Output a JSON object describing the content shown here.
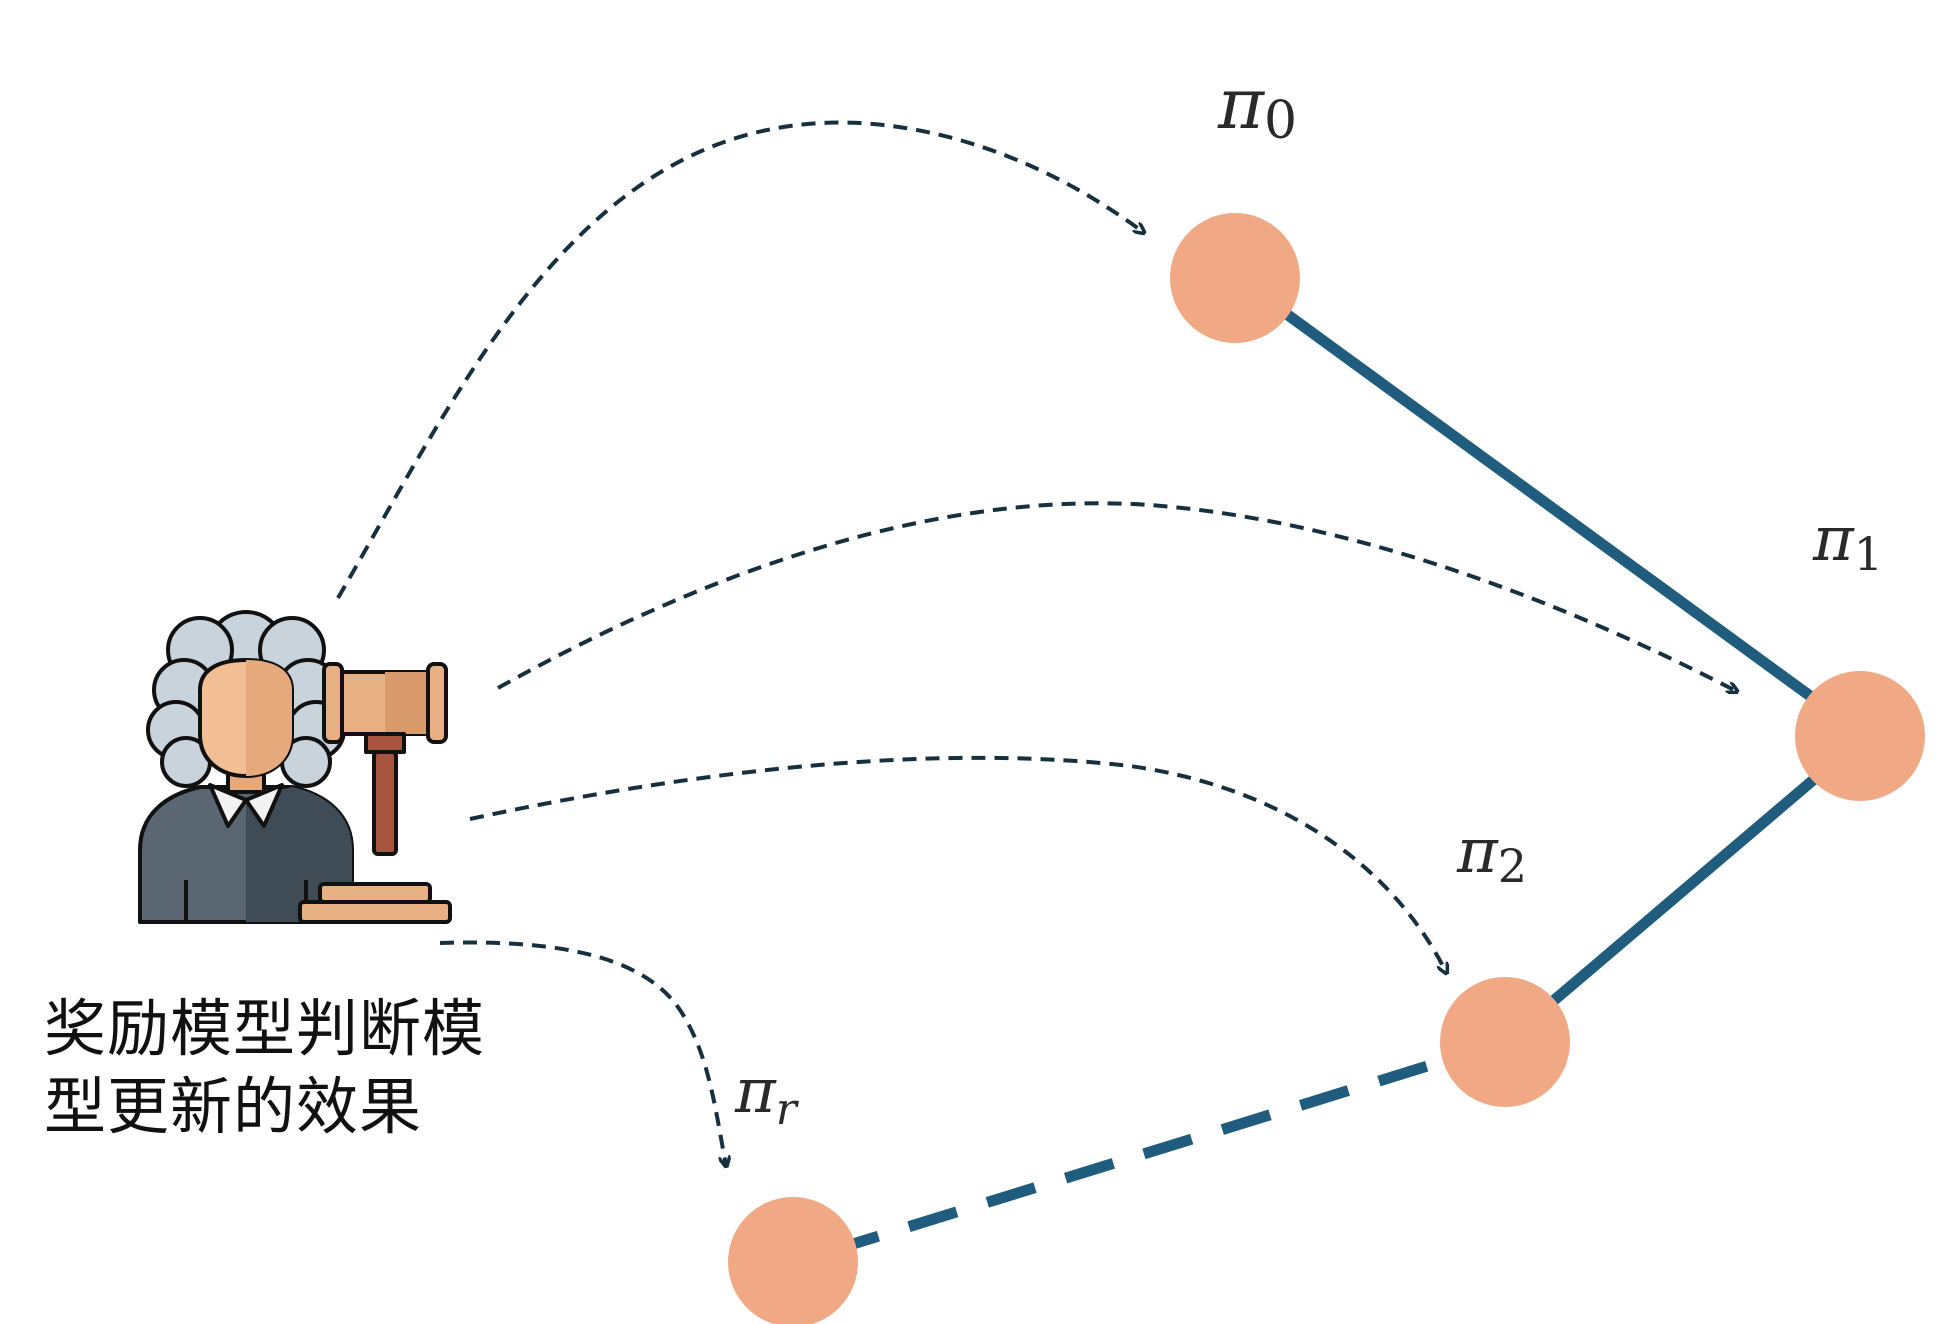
{
  "caption": {
    "line1": "奖励模型判断模",
    "line2": "型更新的效果"
  },
  "policies": [
    {
      "id": "pi0",
      "symbol": "π",
      "subscript": "0"
    },
    {
      "id": "pi1",
      "symbol": "π",
      "subscript": "1"
    },
    {
      "id": "pi2",
      "symbol": "π",
      "subscript": "2"
    },
    {
      "id": "pir",
      "symbol": "π",
      "subscript": "r"
    }
  ],
  "judge": {
    "icon": "judge-with-gavel-icon"
  },
  "colors": {
    "node_fill": "#f0a984",
    "path_line": "#1f5c7d",
    "arrow": "#17303f",
    "judge_hair": "#c9d3db",
    "judge_skin": "#f2be93",
    "judge_robe": "#5a6772",
    "gavel_wood": "#e8b184",
    "gavel_handle": "#a8553f"
  }
}
